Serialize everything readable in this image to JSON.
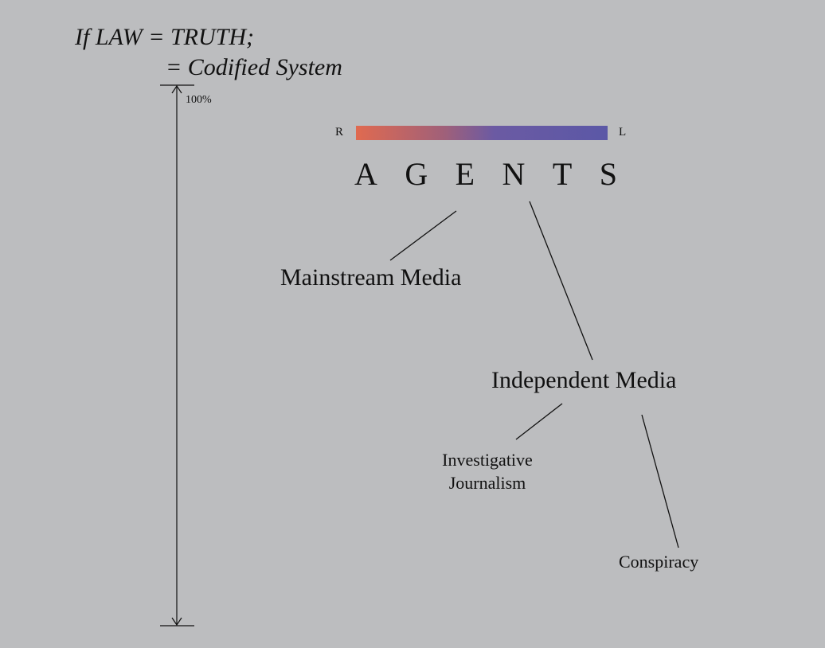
{
  "title": {
    "line1": "If LAW = TRUTH;",
    "line2": "= Codified System"
  },
  "scale": {
    "top_label": "100%"
  },
  "spectrum": {
    "left_label": "R",
    "right_label": "L",
    "colors": [
      "#e06a50",
      "#a06079",
      "#6b5aa3",
      "#5b58a6"
    ]
  },
  "agents": {
    "letters": [
      "A",
      "G",
      "E",
      "N",
      "T",
      "S"
    ]
  },
  "nodes": {
    "mainstream": "Mainstream Media",
    "independent": "Independent Media",
    "investigative_line1": "Investigative",
    "investigative_line2": "Journalism",
    "conspiracy": "Conspiracy"
  }
}
